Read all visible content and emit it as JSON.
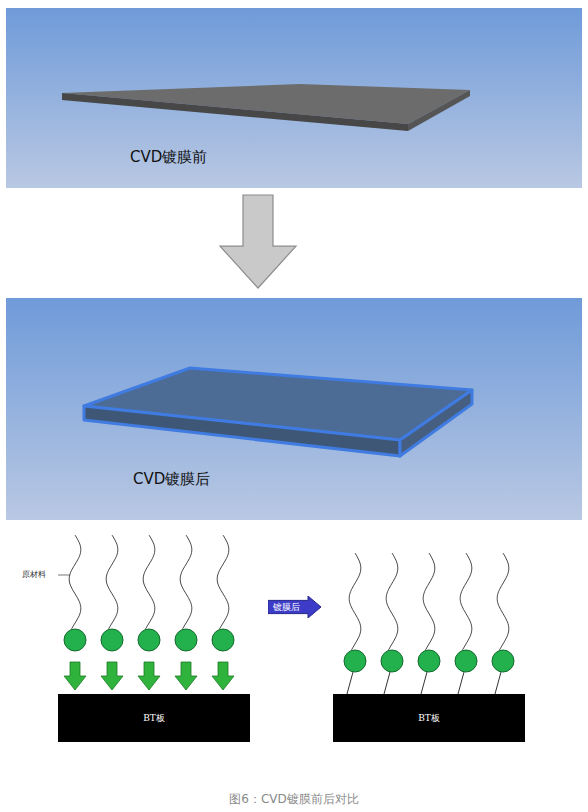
{
  "diagram": {
    "caption": "图6：CVD镀膜前后对比",
    "nodes": [
      {
        "text": [
          "CVD镀膜前"
        ]
      },
      {
        "text": [
          "CVD镀膜后"
        ]
      },
      {
        "text": [
          "BT板"
        ]
      },
      {
        "text": [
          "镀膜后"
        ]
      },
      {
        "text": [
          "BT板"
        ]
      }
    ],
    "edges": [
      {
        "from": 0,
        "to": 1,
        "arrow": "to"
      }
    ],
    "labels": [
      "原材料"
    ]
  }
}
